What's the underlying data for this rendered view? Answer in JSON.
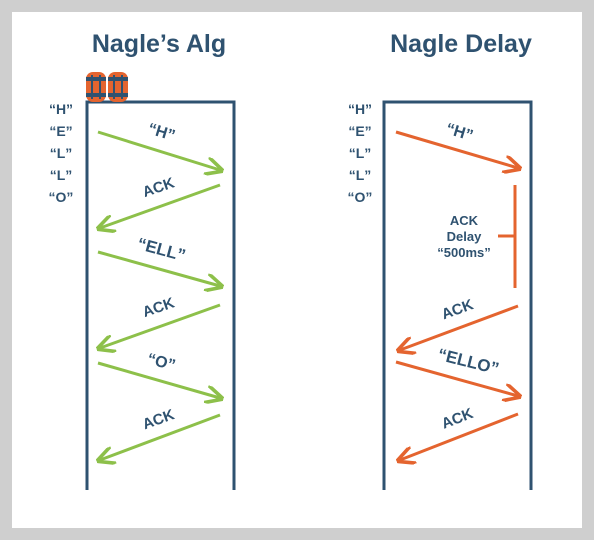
{
  "colors": {
    "frame": "#cfcfcf",
    "background": "#ffffff",
    "border": "#2f5270",
    "text": "#2f5270",
    "green": "#8dc04a",
    "orange": "#e4642f",
    "barrel": "#e4642f",
    "barrel_band": "#2f5270"
  },
  "icons": {
    "barrel": "barrel-icon"
  },
  "left": {
    "title": "Nagle’s Alg",
    "bytes": [
      "“H”",
      "“E”",
      "“L”",
      "“L”",
      "“O”"
    ],
    "messages": [
      {
        "label": "“H”",
        "dir": "right"
      },
      {
        "label": "ACK",
        "dir": "left"
      },
      {
        "label": "“ELL”",
        "dir": "right"
      },
      {
        "label": "ACK",
        "dir": "left"
      },
      {
        "label": "“O”",
        "dir": "right"
      },
      {
        "label": "ACK",
        "dir": "left"
      }
    ]
  },
  "right": {
    "title": "Nagle Delay",
    "bytes": [
      "“H”",
      "“E”",
      "“L”",
      "“L”",
      "“O”"
    ],
    "messages": [
      {
        "label": "“H”",
        "dir": "right"
      },
      {
        "label": "ACK",
        "dir": "left"
      },
      {
        "label": "“ELLO”",
        "dir": "right"
      },
      {
        "label": "ACK",
        "dir": "left"
      }
    ],
    "delay_lines": [
      "ACK",
      "Delay",
      "“500ms”"
    ]
  }
}
